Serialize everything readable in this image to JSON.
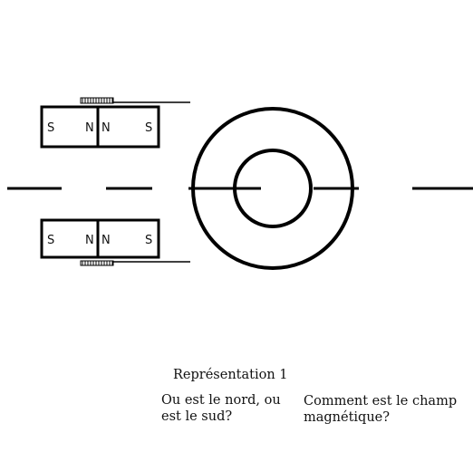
{
  "magnets": {
    "top": {
      "left_magnet": {
        "left_pole": "S",
        "right_pole": "N"
      },
      "right_magnet": {
        "left_pole": "N",
        "right_pole": "S"
      }
    },
    "bottom": {
      "left_magnet": {
        "left_pole": "S",
        "right_pole": "N"
      },
      "right_magnet": {
        "left_pole": "N",
        "right_pole": "S"
      }
    }
  },
  "caption": {
    "title": "Représentation 1",
    "question_north_south": "Ou est le nord, ou est le sud?",
    "question_field": "Comment est le champ magnétique?"
  },
  "colors": {
    "ink": "#000000",
    "background": "#ffffff"
  }
}
